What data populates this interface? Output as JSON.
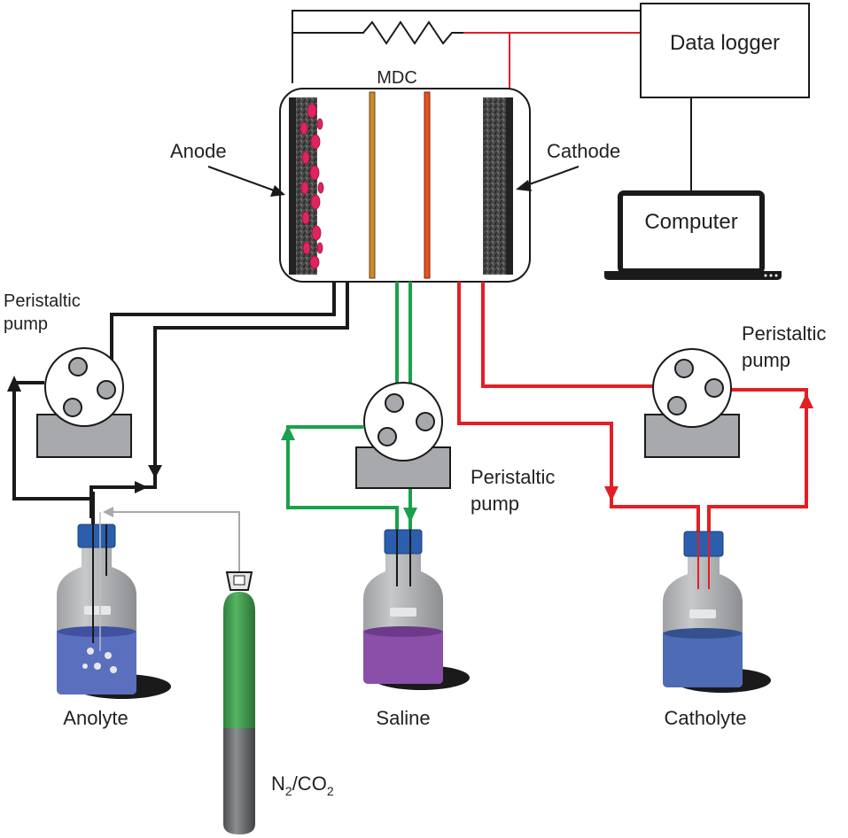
{
  "labels": {
    "data_logger": "Data logger",
    "computer": "Computer",
    "mdc": "MDC",
    "anode": "Anode",
    "cathode": "Cathode",
    "pump_left_line1": "Peristaltic",
    "pump_left_line2": "pump",
    "pump_middle_line1": "Peristaltic",
    "pump_middle_line2": "pump",
    "pump_right_line1": "Peristaltic",
    "pump_right_line2": "pump",
    "anolyte": "Anolyte",
    "saline": "Saline",
    "catholyte": "Catholyte",
    "gas_main_1": "N",
    "gas_sub_1": "2",
    "gas_main_2": "/CO",
    "gas_sub_2": "2"
  },
  "colors": {
    "black_line": "#1a1a1a",
    "red_line": "#e31e24",
    "green_line": "#1ba14b",
    "gray_line": "#a7a9ac",
    "bottle_cap": "#2b5fae",
    "bottle_glass": "#b1b3b6",
    "anolyte_liquid": "#5b6fbf",
    "saline_liquid": "#8a4fa8",
    "catholyte_liquid": "#4e6bb5",
    "pump_base": "#a7a9ac",
    "cylinder_green": "#3d9b4a",
    "cylinder_gray": "#6d6e71",
    "electrode": "#3a3a3a",
    "biofilm": "#e0245e",
    "membrane_aem": "#c98a2b",
    "membrane_cem": "#e8531e"
  }
}
